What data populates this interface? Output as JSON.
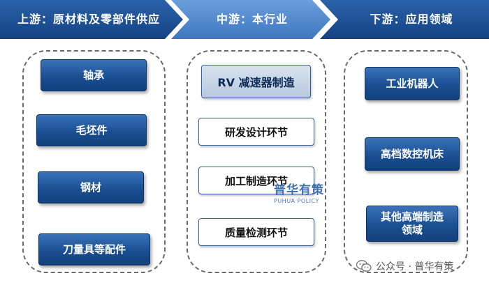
{
  "stages": [
    {
      "label": "上游：原材料及零部件供应"
    },
    {
      "label": "中游：本行业"
    },
    {
      "label": "下游：应用领域"
    }
  ],
  "upstream": {
    "items": [
      "轴承",
      "毛坯件",
      "钢材",
      "刀量具等配件"
    ]
  },
  "midstream": {
    "header": "RV 减速器制造",
    "items": [
      "研发设计环节",
      "加工制造环节",
      "质量检测环节"
    ]
  },
  "downstream": {
    "items": [
      "工业机器人",
      "高档数控机床",
      "其他高端制造领域"
    ]
  },
  "watermark": {
    "cn": "普华有策",
    "en": "PUHUA POLICY"
  },
  "footer": {
    "text": "公众号 · 普华有策"
  },
  "colors": {
    "chevron_primary": "#1b4f93",
    "chevron_secondary": "#5a8fd0",
    "box_dark": "#1a4f92",
    "border_accent": "#2f62a6"
  }
}
